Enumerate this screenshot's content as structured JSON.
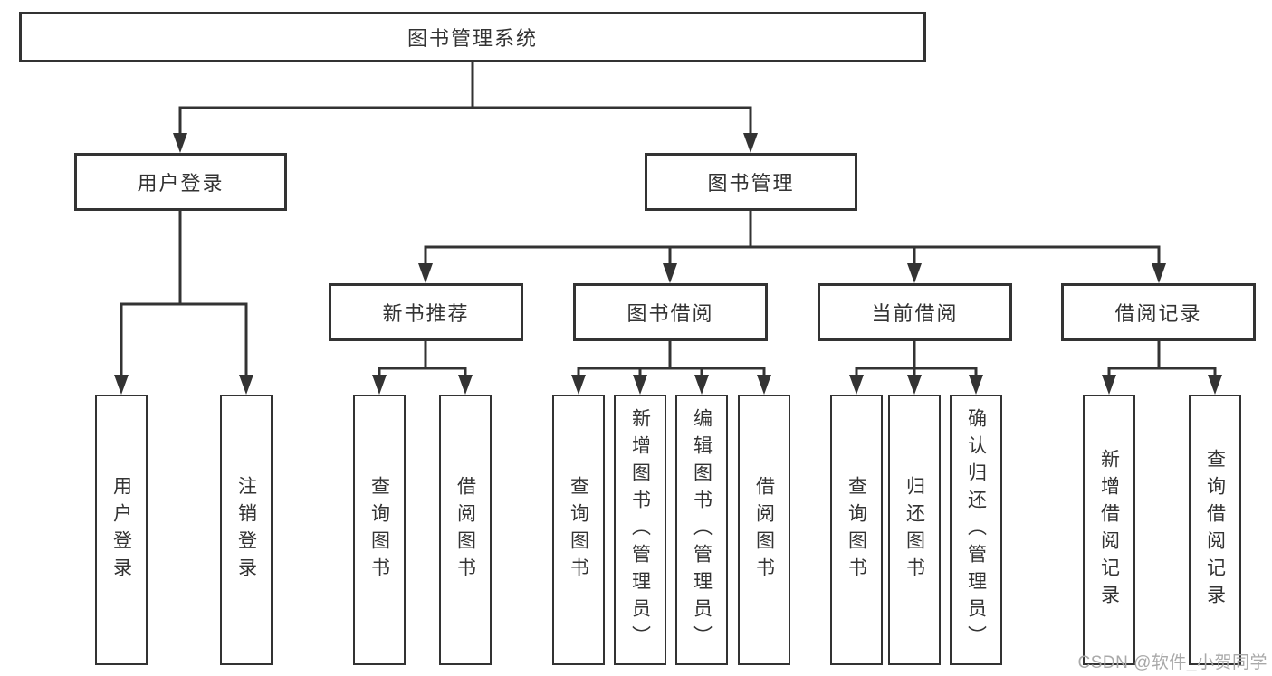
{
  "root": {
    "label": "图书管理系统"
  },
  "branches": {
    "user": {
      "label": "用户登录",
      "leaves": [
        "用户登录",
        "注销登录"
      ]
    },
    "mgmt": {
      "label": "图书管理",
      "groups": [
        {
          "label": "新书推荐",
          "leaves": [
            "查询图书",
            "借阅图书"
          ]
        },
        {
          "label": "图书借阅",
          "leaves": [
            "查询图书",
            "新增图书（管理员）",
            "编辑图书（管理员）",
            "借阅图书"
          ]
        },
        {
          "label": "当前借阅",
          "leaves": [
            "查询图书",
            "归还图书",
            "确认归还（管理员）"
          ]
        },
        {
          "label": "借阅记录",
          "leaves": [
            "新增借阅记录",
            "查询借阅记录"
          ]
        }
      ]
    }
  },
  "watermark": {
    "text": "CSDN @软件_小贺同学"
  },
  "colors": {
    "line": "#333333",
    "text": "#333333",
    "background": "#ffffff",
    "watermark": "#a9a9a9"
  }
}
